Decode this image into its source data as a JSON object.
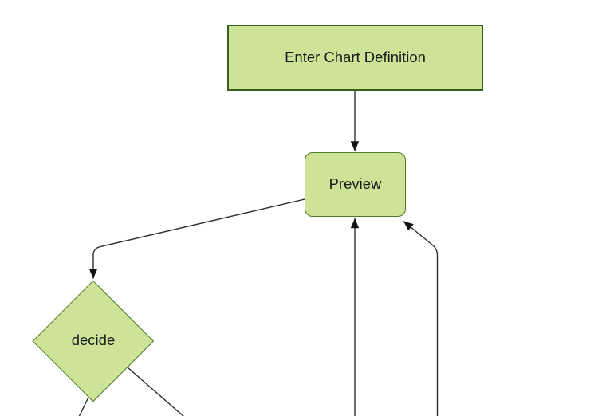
{
  "diagram": {
    "type": "flowchart",
    "colors": {
      "canvas_bg": "#ffffff",
      "node_fill": "#cde498",
      "node_stroke": "#4e7a2e",
      "rect_stroke": "#365f1c",
      "edge_color": "#2e2e2e",
      "arrow_fill": "#141414",
      "label_color": "#1c1c1c"
    },
    "nodes": [
      {
        "id": "enter-chart-definition",
        "shape": "rectangle",
        "label": "Enter Chart Definition"
      },
      {
        "id": "preview",
        "shape": "rounded-rectangle",
        "label": "Preview"
      },
      {
        "id": "decide",
        "shape": "diamond",
        "label": "decide"
      }
    ],
    "edges": [
      {
        "from": "enter-chart-definition",
        "to": "preview",
        "arrow": true
      },
      {
        "from": "preview",
        "to": "decide",
        "arrow": true
      },
      {
        "from": "decide",
        "to": "offscreen-bottom-left",
        "arrow": false
      },
      {
        "from": "decide",
        "to": "offscreen-bottom-right",
        "arrow": false
      },
      {
        "from": "offscreen-bottom",
        "to": "preview",
        "arrow": true
      },
      {
        "from": "offscreen-bottom-right",
        "to": "preview",
        "arrow": true
      }
    ]
  }
}
